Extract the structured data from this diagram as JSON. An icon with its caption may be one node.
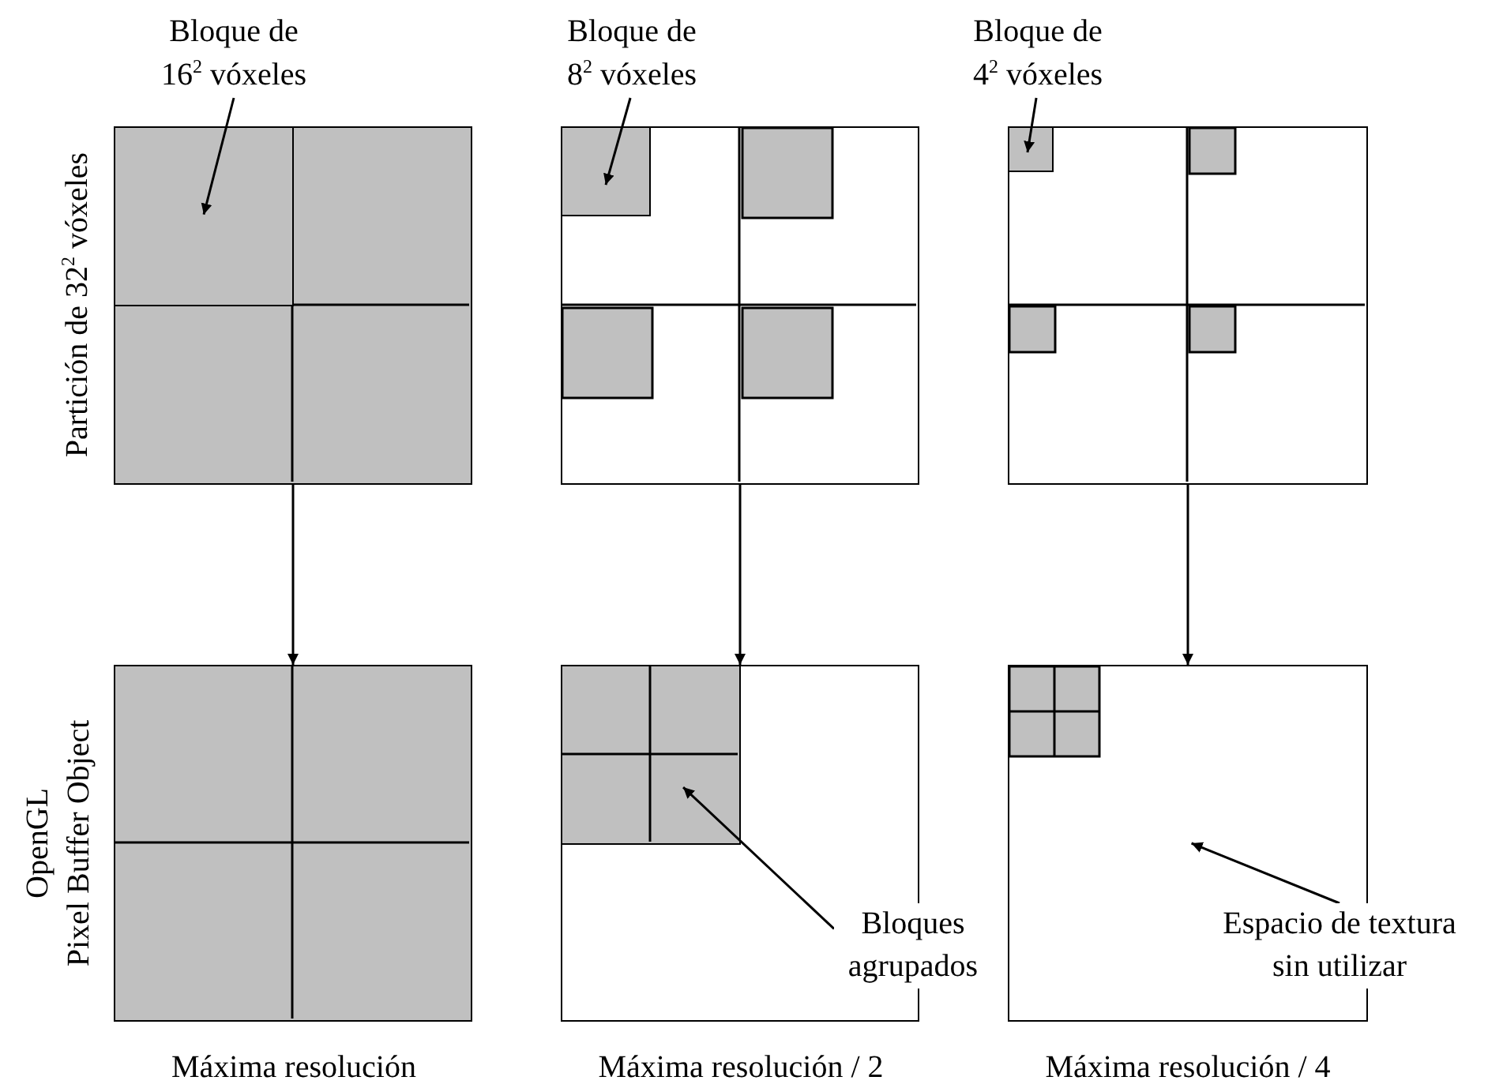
{
  "diagram": {
    "nodes": [
      {
        "text": [
          "Bloque de 16$^{2}$ vóxeles"
        ]
      },
      {
        "text": [
          "Bloque de 8$^{2}$ vóxeles"
        ]
      },
      {
        "text": [
          "Bloque de 4$^{2}$ vóxeles"
        ]
      },
      {
        "text": [],
        "shape": "box"
      },
      {
        "text": [],
        "shape": "box",
        "in": 3
      },
      {
        "text": [],
        "shape": "box"
      },
      {
        "text": [],
        "shape": "box",
        "in": 5
      },
      {
        "text": [],
        "shape": "box"
      },
      {
        "text": [],
        "shape": "box",
        "in": 7
      },
      {
        "text": [],
        "shape": "box"
      },
      {
        "text": [],
        "shape": "box"
      },
      {
        "text": [],
        "shape": "box",
        "in": 10
      },
      {
        "text": [],
        "shape": "box"
      },
      {
        "text": [
          "Bloques agrupados"
        ]
      },
      {
        "text": [
          "Espacio de textura sin utilizar"
        ]
      }
    ],
    "edges": [
      {
        "from": 0,
        "to": 4,
        "arrow": "to"
      },
      {
        "from": 1,
        "to": 6,
        "arrow": "to"
      },
      {
        "from": 2,
        "to": 8,
        "arrow": "to"
      },
      {
        "from": 3,
        "to": 9,
        "arrow": "to"
      },
      {
        "from": 5,
        "to": 10,
        "arrow": "to"
      },
      {
        "from": 7,
        "to": 12,
        "arrow": "to"
      },
      {
        "from": 13,
        "to": 11,
        "arrow": "to"
      },
      {
        "from": 14,
        "to": 12,
        "arrow": "to"
      }
    ],
    "labels": [
      "Partición de 32$^{2}$ vóxeles",
      "OpenGL",
      "Pixel Buffer Object",
      "Máxima resolución",
      "Máxima resolución / 2",
      "Máxima resolución / 4"
    ]
  }
}
